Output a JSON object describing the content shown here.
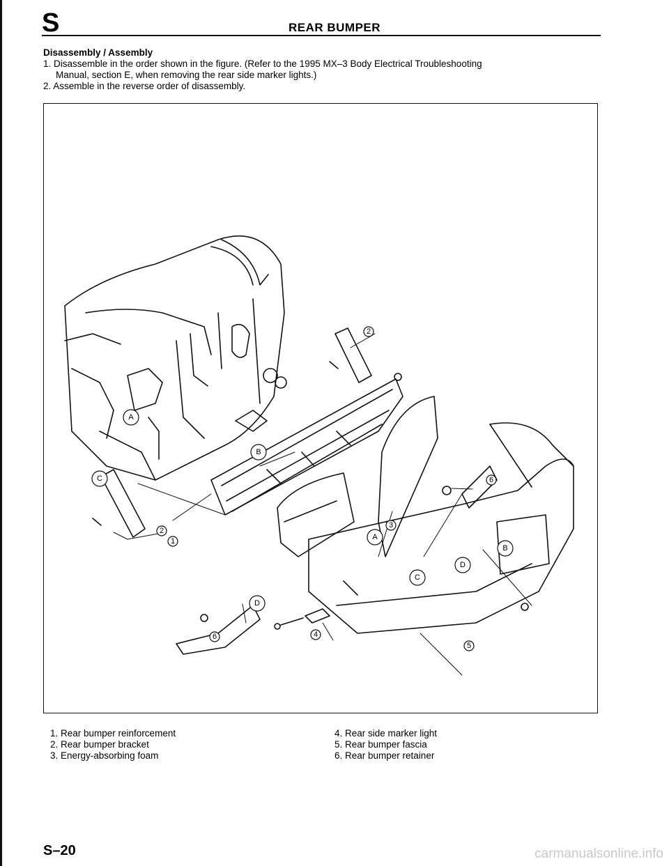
{
  "header": {
    "section_letter": "S",
    "title": "REAR BUMPER"
  },
  "intro": {
    "heading": "Disassembly / Assembly",
    "step1_line1": "1. Disassemble in the order shown in the figure. (Refer to the 1995 MX–3 Body Electrical Troubleshooting",
    "step1_line2": "Manual, section E, when removing the rear side marker lights.)",
    "step2": "2. Assemble in the reverse order of disassembly."
  },
  "figure": {
    "callouts": {
      "c1": "1",
      "c2a": "2",
      "c2b": "2",
      "c3": "3",
      "c4": "4",
      "c5": "5",
      "c6a": "6",
      "c6b": "6",
      "ca1": "A",
      "ca2": "A",
      "cb1": "B",
      "cb2": "B",
      "cc1": "C",
      "cc2": "C",
      "cd1": "D",
      "cd2": "D"
    }
  },
  "legend": {
    "items": [
      "1. Rear bumper reinforcement",
      "2. Rear bumper bracket",
      "3. Energy-absorbing foam",
      "4. Rear side marker light",
      "5. Rear bumper fascia",
      "6. Rear bumper retainer"
    ]
  },
  "footer": {
    "page_number": "S–20",
    "watermark": "carmanualsonline.info"
  }
}
